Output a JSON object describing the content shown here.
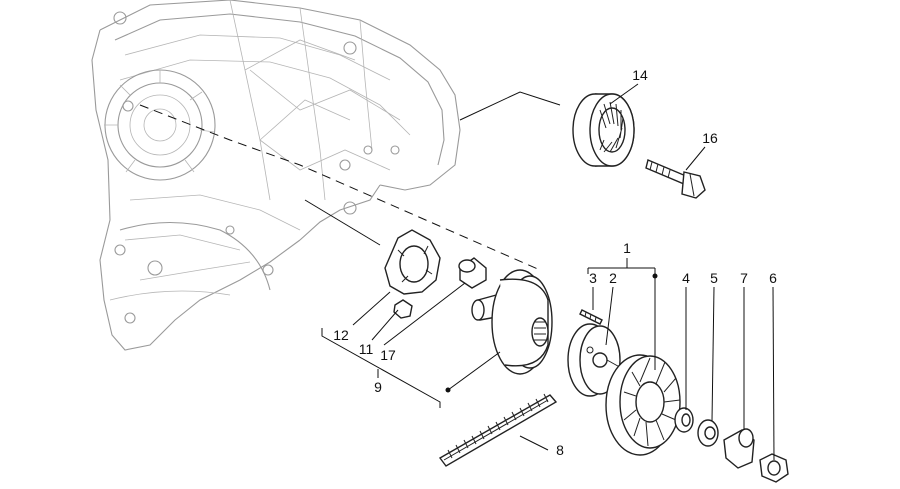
{
  "diagram": {
    "callouts": [
      {
        "id": "c1",
        "text": "1"
      },
      {
        "id": "c2",
        "text": "2"
      },
      {
        "id": "c3",
        "text": "3"
      },
      {
        "id": "c4",
        "text": "4"
      },
      {
        "id": "c5",
        "text": "5"
      },
      {
        "id": "c6",
        "text": "6"
      },
      {
        "id": "c7",
        "text": "7"
      },
      {
        "id": "c8",
        "text": "8"
      },
      {
        "id": "c9",
        "text": "9"
      },
      {
        "id": "c11",
        "text": "11"
      },
      {
        "id": "c12",
        "text": "12"
      },
      {
        "id": "c14",
        "text": "14"
      },
      {
        "id": "c16",
        "text": "16"
      },
      {
        "id": "c17",
        "text": "17"
      }
    ]
  }
}
